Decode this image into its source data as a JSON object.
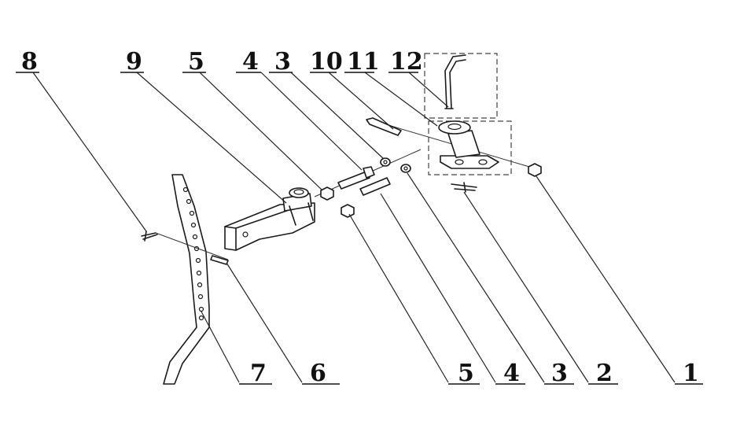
{
  "diagram": {
    "callouts_top": [
      "8",
      "9",
      "5",
      "4",
      "3",
      "10",
      "11",
      "12"
    ],
    "callouts_bottom": [
      "7",
      "6",
      "5",
      "4",
      "3",
      "2",
      "1"
    ]
  }
}
